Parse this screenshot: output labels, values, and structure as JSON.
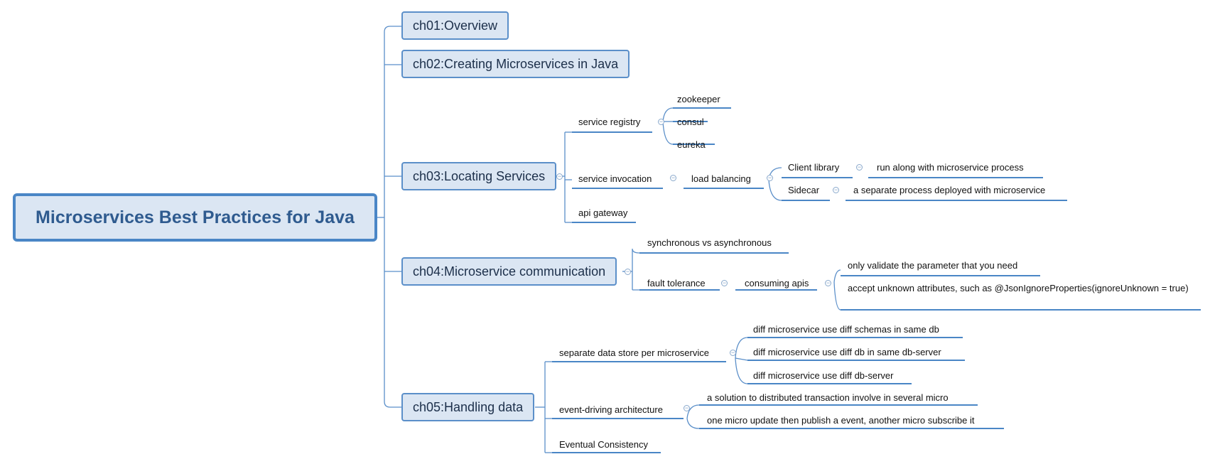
{
  "root": {
    "title": "Microservices Best Practices for Java"
  },
  "chapters": [
    {
      "title": "ch01:Overview"
    },
    {
      "title": "ch02:Creating Microservices in Java"
    },
    {
      "title": "ch03:Locating Services",
      "topics": {
        "service_registry": {
          "label": "service registry",
          "children": [
            "zookeeper",
            "consul",
            "eureka"
          ]
        },
        "service_invocation": {
          "label": "service invocation",
          "load_balancing": {
            "label": "load balancing",
            "client_library": {
              "label": "Client library",
              "detail": "run along with microservice process"
            },
            "sidecar": {
              "label": "Sidecar",
              "detail": "a separate process deployed with microservice"
            }
          }
        },
        "api_gateway": {
          "label": "api gateway"
        }
      }
    },
    {
      "title": "ch04:Microservice communication",
      "topics": {
        "sync": {
          "label": "synchronous vs asynchronous"
        },
        "fault_tolerance": {
          "label": "fault tolerance",
          "consuming_apis": {
            "label": "consuming apis",
            "children": [
              "only validate the parameter that you need",
              "accept unknown attributes, such as @JsonIgnoreProperties(ignoreUnknown = true)"
            ]
          }
        }
      }
    },
    {
      "title": "ch05:Handling data",
      "topics": {
        "separate_store": {
          "label": "separate data store per microservice",
          "children": [
            "diff microservice use diff schemas in same db",
            "diff microservice use diff db in same db-server",
            "diff microservice use diff db-server"
          ]
        },
        "event_driving": {
          "label": "event-driving architecture",
          "children": [
            "a solution to distributed transaction involve in several micro",
            "one micro update then publish a event, another micro subscribe it"
          ]
        },
        "eventual": {
          "label": "Eventual Consistency"
        }
      }
    }
  ],
  "collapse_symbol": "−",
  "colors": {
    "line": "#5b8fc9",
    "underline": "#4a86c6",
    "node_fill": "#dbe6f3",
    "root_border": "#4a86c6"
  }
}
